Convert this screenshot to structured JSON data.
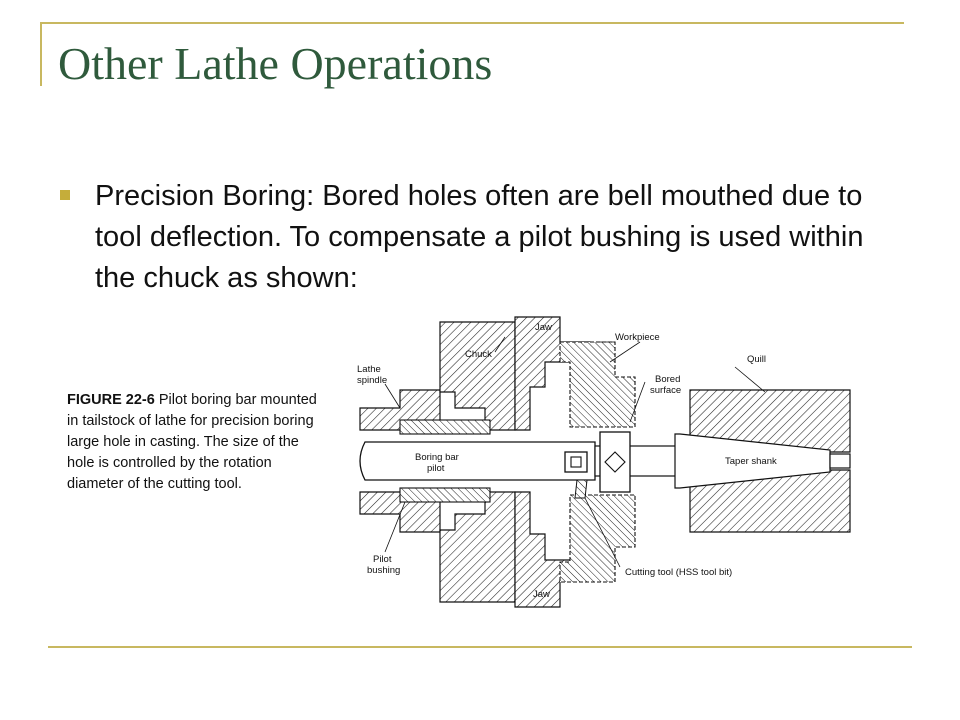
{
  "slide": {
    "title": "Other Lathe Operations",
    "bullet": "Precision Boring: Bored holes often are bell mouthed due to tool deflection.  To compensate a pilot bushing is used within the chuck as shown:"
  },
  "figure": {
    "caption_label": "FIGURE 22-6",
    "caption_text": "Pilot boring bar mounted in tailstock of lathe for precision boring large hole in casting. The size of the hole is controlled by the rotation diameter of the cutting tool.",
    "labels": {
      "jaw_top": "Jaw",
      "chuck": "Chuck",
      "workpiece": "Workpiece",
      "quill": "Quill",
      "lathe": "Lathe",
      "spindle": "spindle",
      "bored": "Bored",
      "surface": "surface",
      "boring_bar": "Boring bar",
      "pilot": "pilot",
      "taper_shank": "Taper shank",
      "pilot_l1": "Pilot",
      "bushing": "bushing",
      "cutting_tool": "Cutting tool (HSS tool bit)",
      "jaw_bottom": "Jaw"
    }
  }
}
